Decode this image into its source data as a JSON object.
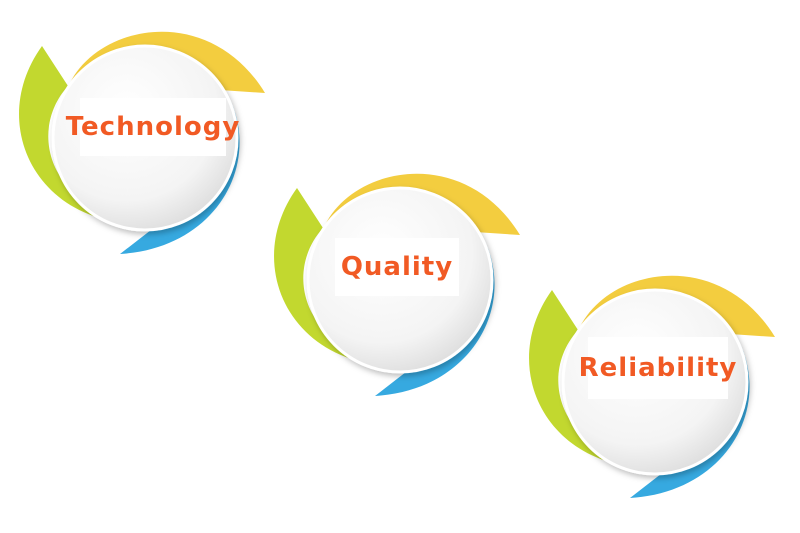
{
  "colors": {
    "yellow": "#f3cd3f",
    "green": "#c2d82f",
    "blue": "#36a9e0",
    "label_text": "#f15a24"
  },
  "items": [
    {
      "label": "Technology"
    },
    {
      "label": "Quality"
    },
    {
      "label": "Reliability"
    }
  ]
}
